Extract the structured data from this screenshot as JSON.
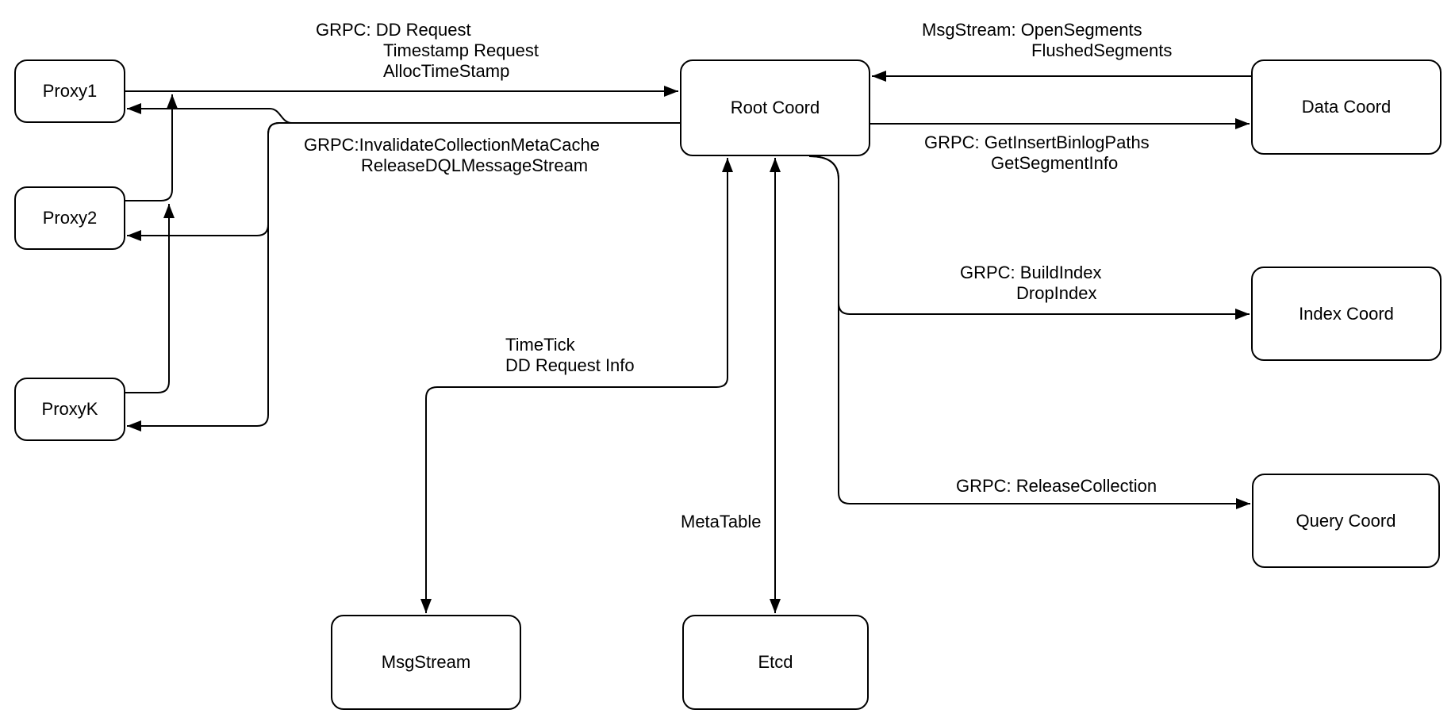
{
  "colors": {
    "stroke": "#000000",
    "node_fill": "#ffffff",
    "background": "#ffffff",
    "text": "#000000"
  },
  "nodes": {
    "proxy1": {
      "label": "Proxy1"
    },
    "proxy2": {
      "label": "Proxy2"
    },
    "proxyk": {
      "label": "ProxyK"
    },
    "root_coord": {
      "label": "Root Coord"
    },
    "data_coord": {
      "label": "Data Coord"
    },
    "index_coord": {
      "label": "Index Coord"
    },
    "query_coord": {
      "label": "Query Coord"
    },
    "msg_stream": {
      "label": "MsgStream"
    },
    "etcd": {
      "label": "Etcd"
    }
  },
  "edge_labels": {
    "proxy_to_root": {
      "lines": [
        "GRPC: DD Request",
        "Timestamp Request",
        "AllocTimeStamp"
      ]
    },
    "root_to_proxy": {
      "lines": [
        "GRPC:InvalidateCollectionMetaCache",
        "ReleaseDQLMessageStream"
      ]
    },
    "data_to_root": {
      "lines": [
        "MsgStream: OpenSegments",
        "FlushedSegments"
      ]
    },
    "root_to_data": {
      "lines": [
        "GRPC: GetInsertBinlogPaths",
        "GetSegmentInfo"
      ]
    },
    "root_to_index": {
      "lines": [
        "GRPC: BuildIndex",
        "DropIndex"
      ]
    },
    "root_to_query": {
      "lines": [
        "GRPC: ReleaseCollection"
      ]
    },
    "root_to_msgstream": {
      "lines": [
        "TimeTick",
        "DD Request Info"
      ]
    },
    "root_to_etcd": {
      "lines": [
        "MetaTable"
      ]
    }
  }
}
